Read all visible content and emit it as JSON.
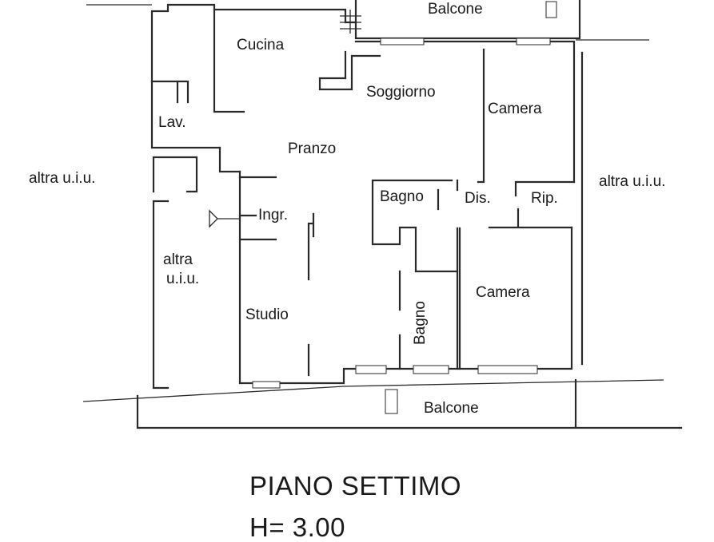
{
  "rooms": {
    "balcone_top": "Balcone",
    "cucina": "Cucina",
    "soggiorno": "Soggiorno",
    "camera_top": "Camera",
    "lavanderia": "Lav.",
    "pranzo": "Pranzo",
    "altra_left": "altra u.i.u.",
    "altra_right": "altra u.i.u.",
    "bagno_1": "Bagno",
    "disimpegno": "Dis.",
    "ripostiglio": "Rip.",
    "ingresso": "Ingr.",
    "altra_inner_1": "altra",
    "altra_inner_2": "u.i.u.",
    "camera_bottom": "Camera",
    "bagno_2": "Bagno",
    "studio": "Studio",
    "balcone_bottom": "Balcone"
  },
  "title": {
    "floor": "PIANO SETTIMO",
    "height": "H= 3.00"
  }
}
